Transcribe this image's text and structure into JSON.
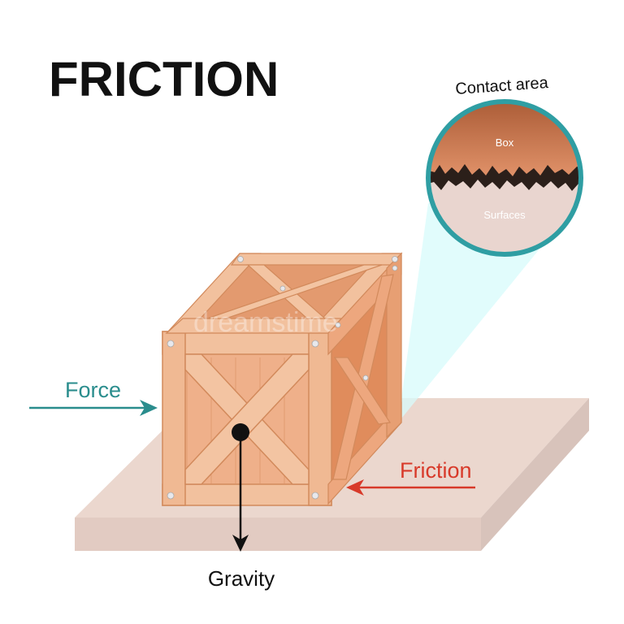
{
  "title": "FRICTION",
  "labels": {
    "contact_area": "Contact area",
    "box": "Box",
    "surfaces": "Surfaces",
    "force": "Force",
    "friction": "Friction",
    "gravity": "Gravity"
  },
  "watermark": "dreamstime",
  "colors": {
    "force_arrow": "#2a8d8d",
    "friction_arrow": "#d83a2a",
    "gravity_arrow": "#111111",
    "circle_ring": "#2f9ea3",
    "box_wood": "#eeae86",
    "box_dark": "#e39062",
    "floor_top": "#ebd7ce",
    "floor_side": "#d8c3bb"
  }
}
